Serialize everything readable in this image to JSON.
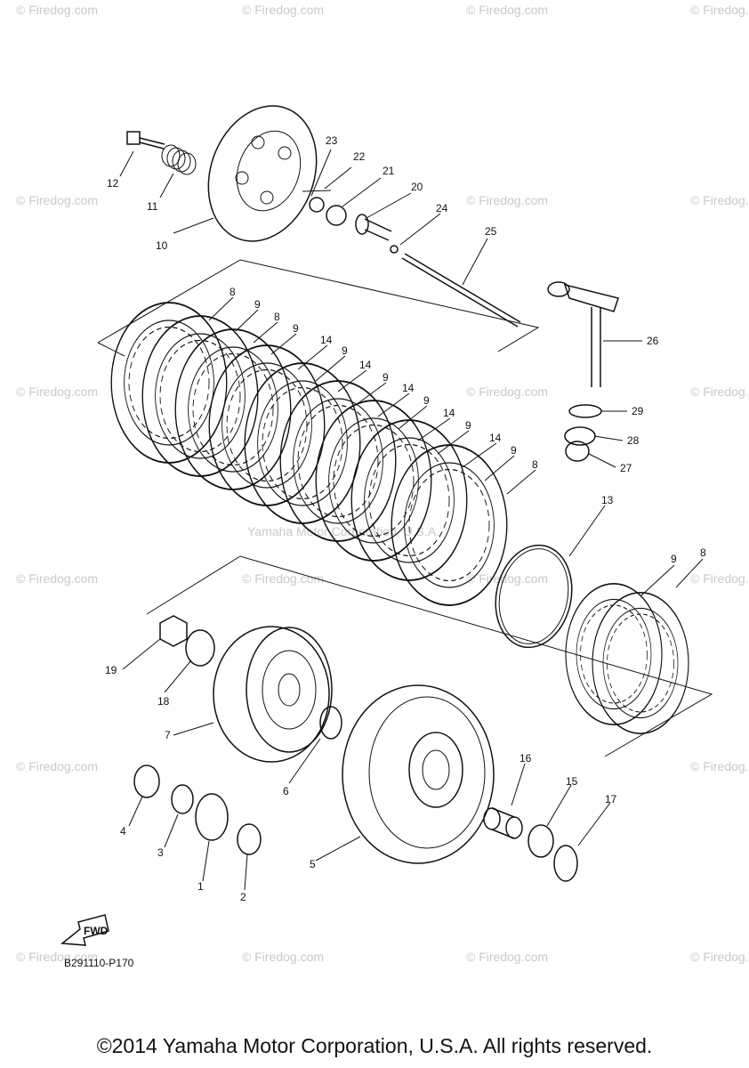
{
  "watermark": "© Firedog.com",
  "center_watermark": "Yamaha Motor Corporation, U.S.A.",
  "diagram_code": "B291110-P170",
  "fwd_label": "FWD",
  "copyright": "©2014 Yamaha Motor Corporation, U.S.A. All rights reserved.",
  "callouts": {
    "c1": "1",
    "c2": "2",
    "c3": "3",
    "c4": "4",
    "c5": "5",
    "c6": "6",
    "c7": "7",
    "c8a": "8",
    "c8b": "8",
    "c8c": "8",
    "c8d": "8",
    "c9a": "9",
    "c9b": "9",
    "c9c": "9",
    "c9d": "9",
    "c9e": "9",
    "c9f": "9",
    "c9g": "9",
    "c9h": "9",
    "c10": "10",
    "c11": "11",
    "c12": "12",
    "c13": "13",
    "c14a": "14",
    "c14b": "14",
    "c14c": "14",
    "c14d": "14",
    "c14e": "14",
    "c15": "15",
    "c16": "16",
    "c17": "17",
    "c18": "18",
    "c19": "19",
    "c20": "20",
    "c21": "21",
    "c22": "22",
    "c23": "23",
    "c24": "24",
    "c25": "25",
    "c26": "26",
    "c27": "27",
    "c28": "28",
    "c29": "29"
  }
}
